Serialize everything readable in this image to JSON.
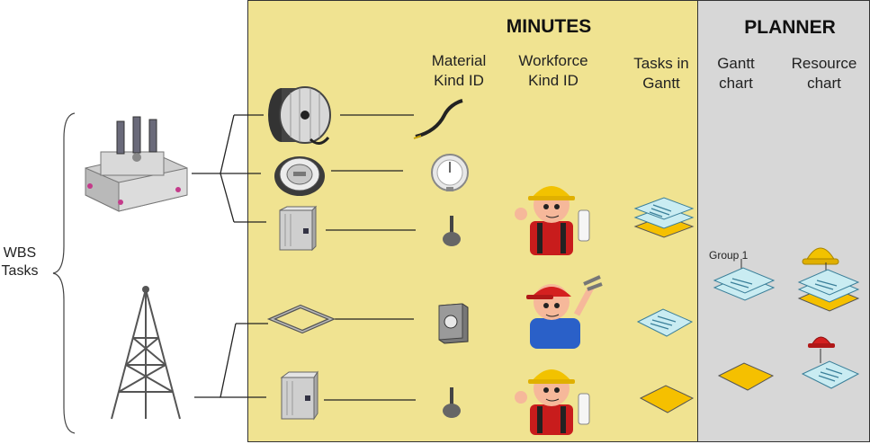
{
  "sections": {
    "minutes": "MINUTES",
    "planner": "PLANNER"
  },
  "columns": {
    "material": [
      "Material",
      "Kind ID"
    ],
    "workforce": [
      "Workforce",
      "Kind ID"
    ],
    "tasks": [
      "Tasks in",
      "Gantt"
    ],
    "gantt": [
      "Gantt",
      "chart"
    ],
    "resource": [
      "Resource",
      "chart"
    ]
  },
  "side_label": [
    "WBS",
    "Tasks"
  ],
  "group_label": "Group 1",
  "colors": {
    "minutes_bg": "#f0e391",
    "planner_bg": "#d7d7d7",
    "task_card": "#c9ecf2",
    "task_card_orange": "#f5c000",
    "hard_hat": "#f2c200",
    "red_cap": "#d42020"
  },
  "icons": {
    "assets": [
      "transformer",
      "telecom-tower"
    ],
    "components": [
      "cable-reel",
      "electric-meter",
      "electrical-box",
      "frame-seal",
      "electrical-box"
    ],
    "materials": [
      "cable",
      "gauge",
      "lever-switch",
      "bracket-plate",
      "lever-switch"
    ],
    "workforce": [
      "worker-hard-hat",
      "worker-red-cap",
      "worker-hard-hat"
    ]
  }
}
